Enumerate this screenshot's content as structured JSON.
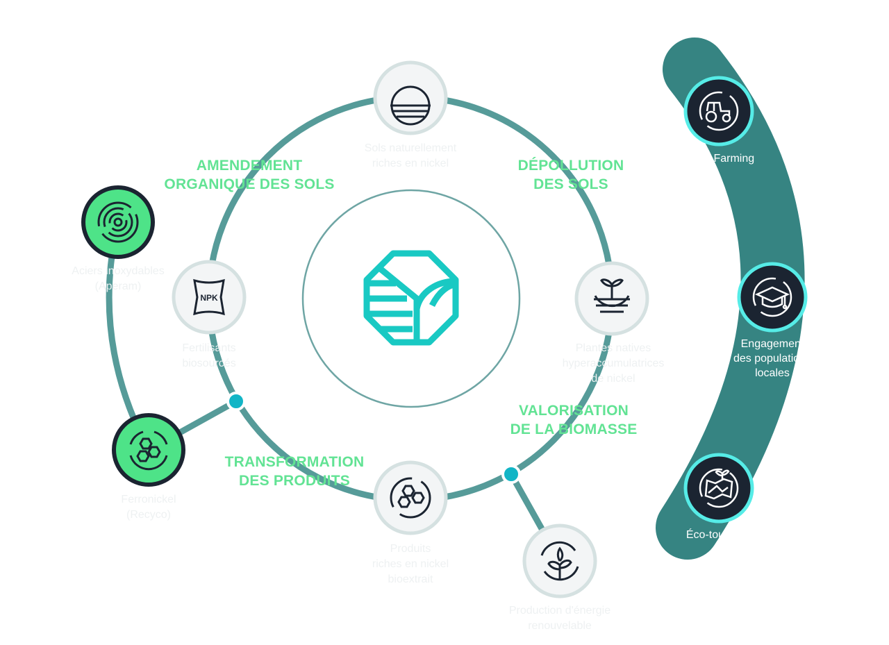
{
  "colors": {
    "ring": "#569b99",
    "band": "#368482",
    "accent_green": "#4ee388",
    "node_fill": "#f3f5f6",
    "node_border": "#d5e1e1",
    "dark_node": "#1b2431",
    "cyan_ring": "#56ece7",
    "connector_dot": "#12b5c6",
    "logo": "#19c9c3",
    "label_light": "#eef1f2",
    "label_green": "#62e394"
  },
  "nodes": [
    {
      "id": "sols",
      "icon": "soil-layers-icon",
      "lines": [
        "Sols naturellement",
        "riches en nickel"
      ]
    },
    {
      "id": "plantes",
      "icon": "sprouting-plant-icon",
      "lines": [
        "Plantes natives",
        "hyperaccumulatrices",
        "de nickel"
      ]
    },
    {
      "id": "produits",
      "icon": "hexagon-cluster-icon",
      "lines": [
        "Produits",
        "riches en nickel",
        "bioextrait"
      ]
    },
    {
      "id": "fertilisants",
      "icon": "npk-bag-icon",
      "lines": [
        "Fertilisants",
        "biosourcés"
      ],
      "badge": "NPK"
    },
    {
      "id": "energie",
      "icon": "recycle-leaf-icon",
      "lines": [
        "Production d'énergie",
        "renouvelable"
      ]
    },
    {
      "id": "aciers",
      "icon": "spiral-steel-icon",
      "lines": [
        "Aciers inoxydables",
        "(Aperam)"
      ]
    },
    {
      "id": "ferronickel",
      "icon": "hexagon-molecule-icon",
      "lines": [
        "Ferronickel",
        "(Recyco)"
      ]
    }
  ],
  "stages": [
    {
      "id": "amendement",
      "lines": [
        "AMENDEMENT",
        "ORGANIQUE DES SOLS"
      ]
    },
    {
      "id": "depollution",
      "lines": [
        "DÉPOLLUTION",
        "DES SOLS"
      ]
    },
    {
      "id": "valorisation",
      "lines": [
        "VALORISATION",
        "DE LA BIOMASSE"
      ]
    },
    {
      "id": "transformation",
      "lines": [
        "TRANSFORMATION",
        "DES PRODUITS"
      ]
    }
  ],
  "side_items": [
    {
      "id": "metal-farming",
      "icon": "tractor-icon",
      "lines": [
        "Metal Farming"
      ]
    },
    {
      "id": "engagement",
      "icon": "graduation-cap-icon",
      "lines": [
        "Engagement",
        "des populations",
        "locales"
      ]
    },
    {
      "id": "eco-tourisme",
      "icon": "landscape-map-icon",
      "lines": [
        "Éco-tourisme"
      ]
    }
  ],
  "center": {
    "icon": "octagon-logo-icon"
  }
}
